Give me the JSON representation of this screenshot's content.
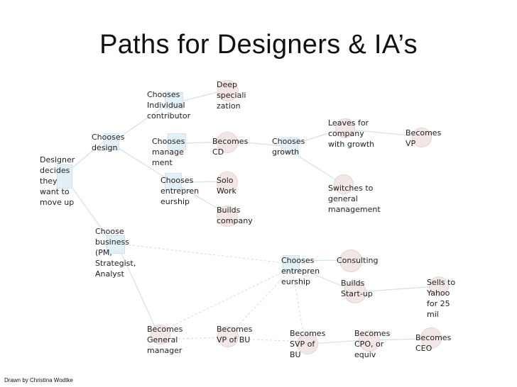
{
  "title": "Paths for Designers & IA’s",
  "credit": "Drawn by Christina Wodtke",
  "nodes": {
    "designer": "Designer\ndecides\nthey\nwant to\nmove up",
    "chooses_design": "Chooses\ndesign",
    "chooses_ic": "Chooses\nIndividual\ncontributor",
    "deep_spec": "Deep\nspeciali\nzation",
    "chooses_mgmt": "Chooses\nmanage\nment",
    "becomes_cd": "Becomes\nCD",
    "chooses_growth": "Chooses\ngrowth",
    "leaves": "Leaves for\ncompany\nwith growth",
    "becomes_vp": "Becomes\nVP",
    "switches": "Switches to\ngeneral\nmanagement",
    "chooses_entre1": "Chooses\nentrepren\neurship",
    "solo": "Solo\nWork",
    "builds_company": "Builds\ncompany",
    "choose_business": "Choose\nbusiness\n(PM,\nStrategist,\nAnalyst",
    "chooses_entre2": "Chooses\nentrepren\neurship",
    "consulting": "Consulting",
    "builds_startup": "Builds\nStart-up",
    "sells": "Sells to\nYahoo\nfor 25\nmil",
    "becomes_gm": "Becomes\nGeneral\nmanager",
    "becomes_vpbu": "Becomes\nVP of BU",
    "becomes_svp": "Becomes\nSVP of\nBU",
    "becomes_cpo": "Becomes\nCPO, or\nequiv",
    "becomes_ceo": "Becomes\nCEO"
  }
}
